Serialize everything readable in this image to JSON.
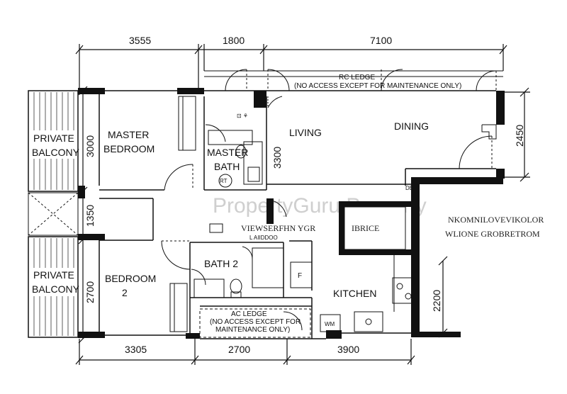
{
  "dimensions": {
    "top": [
      "3555",
      "1800",
      "7100"
    ],
    "bottom": [
      "3305",
      "2700",
      "3900"
    ],
    "left": [
      "3000",
      "1350",
      "2700"
    ],
    "right_top": "2450",
    "right_bottom": "2200",
    "living_vertical": "3300"
  },
  "rooms": {
    "master_bedroom": [
      "MASTER",
      "BEDROOM"
    ],
    "master_bath": [
      "MASTER",
      "BATH"
    ],
    "living": "LIVING",
    "dining": "DINING",
    "bedroom2": [
      "BEDROOM",
      "2"
    ],
    "bath2": "BATH 2",
    "kitchen": "KITCHEN",
    "balcony_top": [
      "PRIVATE",
      "BALCONY"
    ],
    "balcony_bottom": [
      "PRIVATE",
      "BALCONY"
    ]
  },
  "ledges": {
    "rc": [
      "RC LEDGE",
      "(NO ACCESS EXCEPT FOR MAINTENANCE ONLY)"
    ],
    "ac": [
      "AC LEDGE",
      "(NO ACCESS EXCEPT FOR",
      "MAINTENANCE ONLY)"
    ]
  },
  "symbols": {
    "rt": "RT",
    "db": "DB",
    "f": "F",
    "wm": "WM"
  },
  "watermark": "PropertyGuru Property",
  "garbled_text": {
    "hall_label": "VIEWSERFHN YGR",
    "hall_sub": "L AIIDDOO",
    "right_box": "IBRICE",
    "right_line1": "NKOMNILOVEVIKOLOR",
    "right_line2": "WLIONE GROBRETROM"
  }
}
